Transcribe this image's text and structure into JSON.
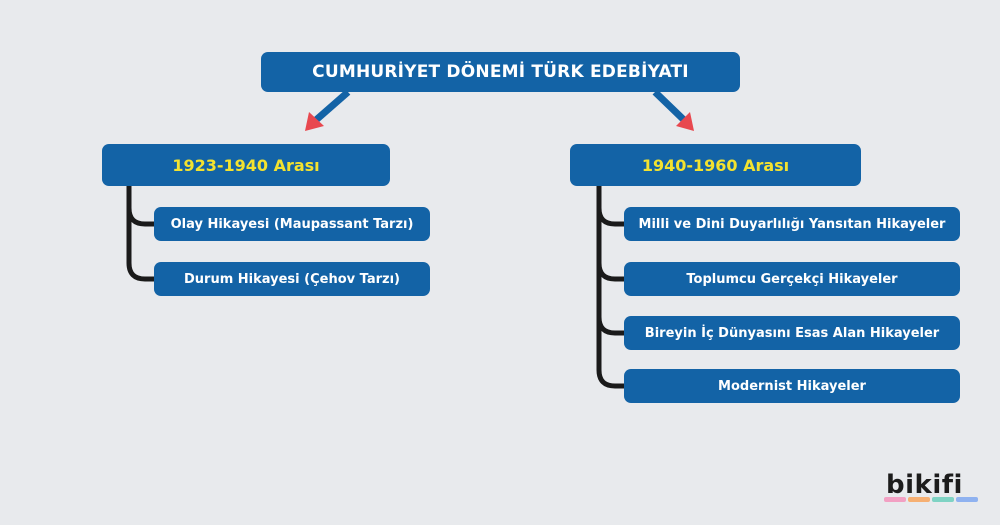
{
  "title": "CUMHURİYET DÖNEMİ TÜRK EDEBİYATI",
  "periods": [
    {
      "label": "1923-1940 Arası",
      "items": [
        "Olay Hikayesi (Maupassant Tarzı)",
        "Durum Hikayesi (Çehov Tarzı)"
      ]
    },
    {
      "label": "1940-1960 Arası",
      "items": [
        "Milli ve Dini Duyarlılığı Yansıtan Hikayeler",
        "Toplumcu Gerçekçi Hikayeler",
        "Bireyin İç Dünyasını Esas Alan Hikayeler",
        "Modernist Hikayeler"
      ]
    }
  ],
  "logo": "bikifi",
  "colors": {
    "box": "#1363a6",
    "period_text": "#f3e22f",
    "arrow": "#e8484f",
    "connector": "#1a1a1a",
    "background": "#e8eaed"
  }
}
